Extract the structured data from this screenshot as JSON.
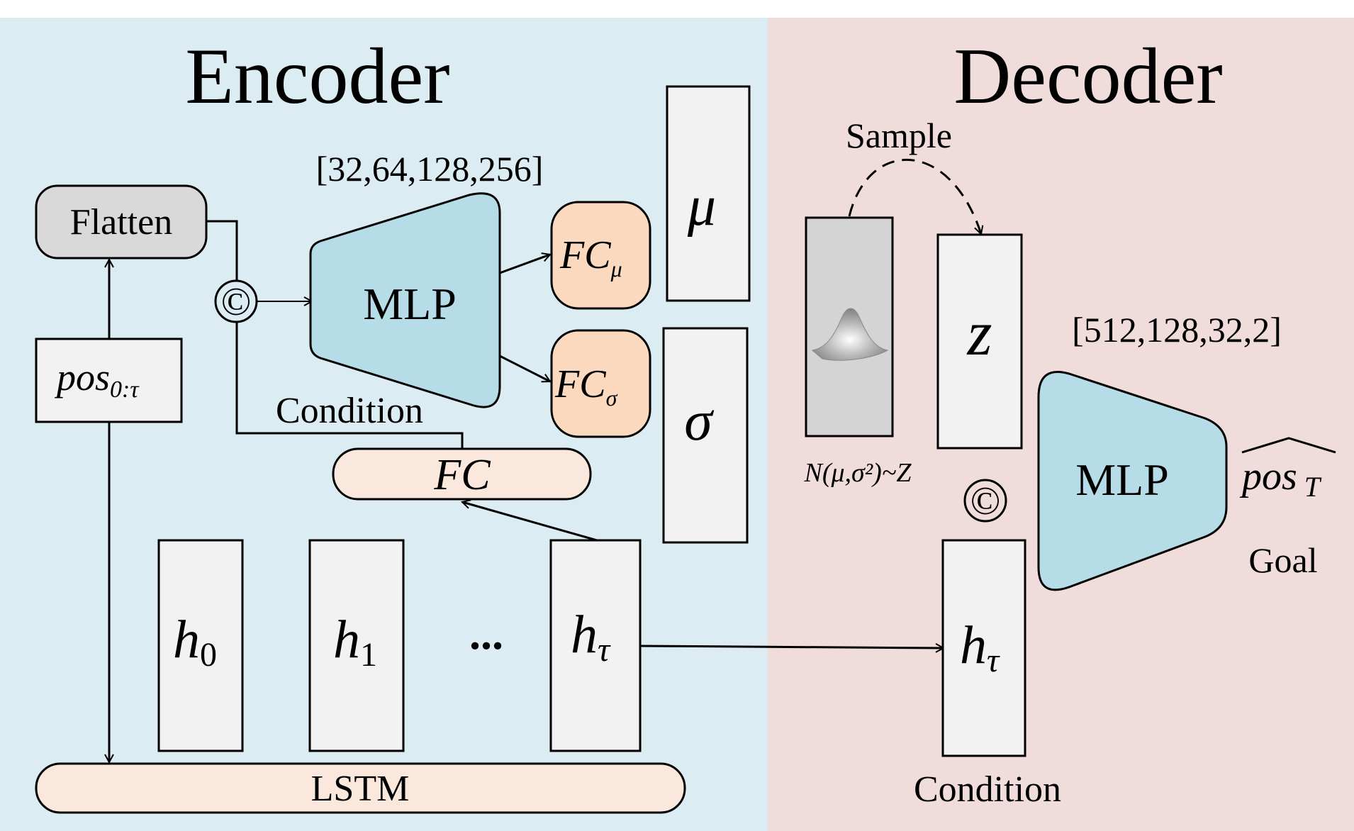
{
  "encoder": {
    "title": "Encoder",
    "flatten": "Flatten",
    "pos_input": {
      "base": "pos",
      "sub": "0:τ"
    },
    "concat_symbol": "©",
    "mlp_label": "MLP",
    "mlp_dims": "[32,64,128,256]",
    "fc_mu": {
      "base": "FC",
      "sub": "μ"
    },
    "fc_sigma": {
      "base": "FC",
      "sub": "σ"
    },
    "mu": "μ",
    "sigma": "σ",
    "condition_label": "Condition",
    "fc_label": "FC",
    "hidden": [
      {
        "base": "h",
        "sub": "0"
      },
      {
        "base": "h",
        "sub": "1"
      }
    ],
    "ellipsis": "...",
    "h_tau": {
      "base": "h",
      "sub": "τ"
    },
    "lstm": "LSTM"
  },
  "decoder": {
    "title": "Decoder",
    "sample_label": "Sample",
    "distribution_label": "N(μ,σ²)~Z",
    "z_label": "z",
    "concat_symbol": "©",
    "mlp_dims": "[512,128,32,2]",
    "mlp_label": "MLP",
    "output": {
      "base": "pos",
      "sub": "T"
    },
    "goal_label": "Goal",
    "h_tau": {
      "base": "h",
      "sub": "τ"
    },
    "condition_label": "Condition"
  },
  "colors": {
    "encoder_bg": "#dbedf3",
    "decoder_bg": "#f1dcdc",
    "mlp_fill": "#b6dce7",
    "fc_head_fill": "#fbd9bf",
    "fc_bar_fill": "#fbe8dc",
    "flatten_fill": "#d9d9d9",
    "box_fill": "#f2f2f2"
  }
}
